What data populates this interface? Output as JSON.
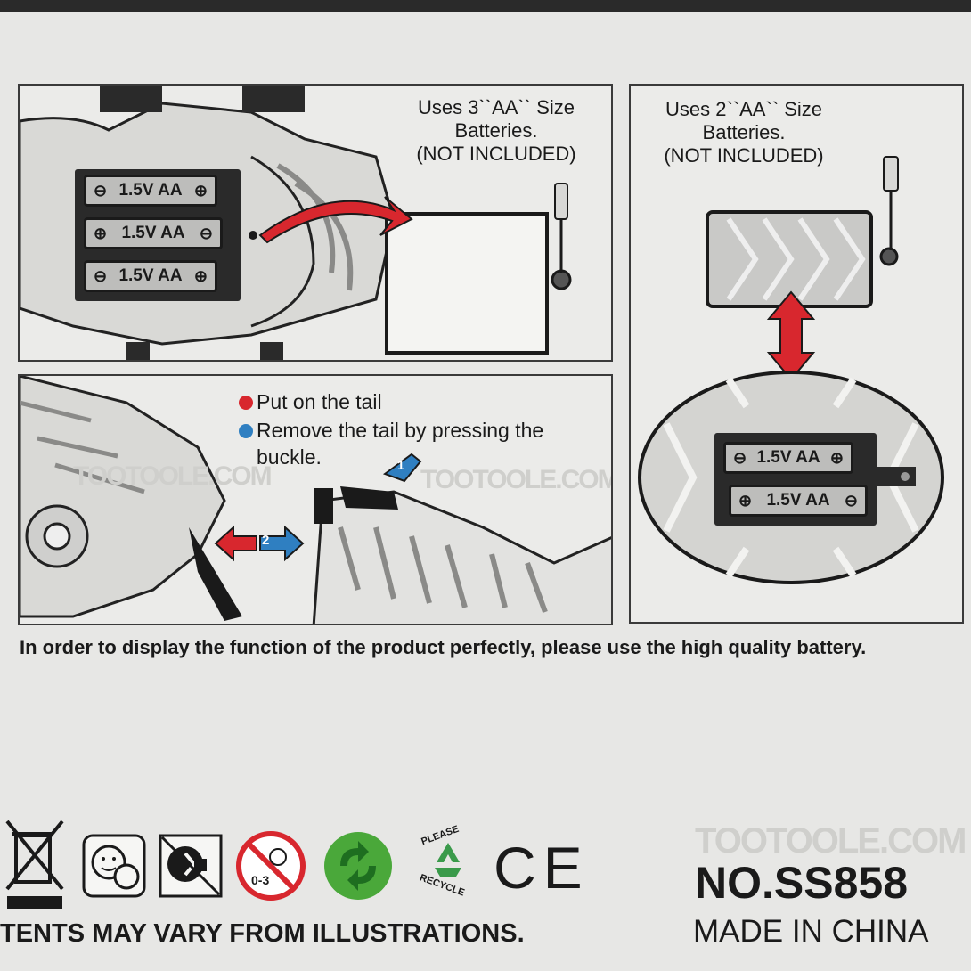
{
  "panel_left_top": {
    "uses_line1": "Uses 3``AA`` Size",
    "uses_line2": "Batteries.",
    "uses_line3": "(NOT INCLUDED)",
    "battery_label": "1.5V AA",
    "plus": "⊕",
    "minus": "⊖"
  },
  "panel_right": {
    "uses_line1": "Uses 2``AA`` Size",
    "uses_line2": "Batteries.",
    "uses_line3": "(NOT INCLUDED)",
    "battery_label": "1.5V AA"
  },
  "panel_left_bottom": {
    "instruction_1": "Put on the tail",
    "instruction_2a": "Remove the tail by pressing the",
    "instruction_2b": "buckle.",
    "step_1": "1",
    "step_2": "2",
    "dot1_color": "#d8272e",
    "dot2_color": "#2f7fc1"
  },
  "notice": "In order to display the function of the product perfectly, please use the high quality battery.",
  "footer": {
    "disclaimer": "TENTS MAY VARY FROM ILLUSTRATIONS.",
    "model": "NO.SS858",
    "origin": "MADE IN CHINA",
    "age_label": "0-3",
    "recycle_top": "PLEASE",
    "recycle_bottom": "RECYCLE",
    "ce_mark": "CE",
    "watermark": "TOOTOOLE.COM"
  },
  "colors": {
    "arrow_red": "#d8272e",
    "arrow_blue": "#2f7fc1",
    "line": "#1a1a1a"
  }
}
